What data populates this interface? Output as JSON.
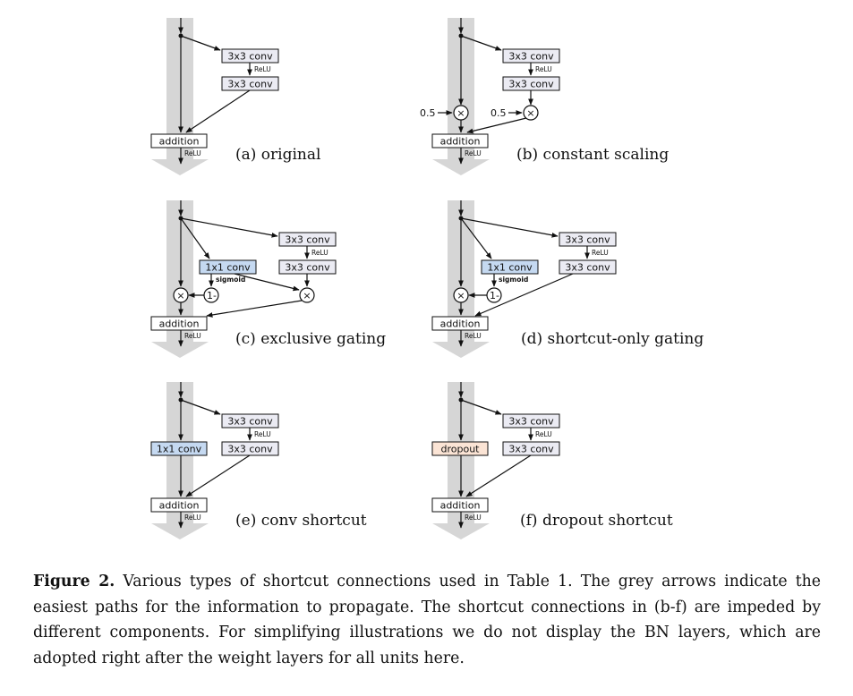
{
  "panels": [
    {
      "id": "a",
      "caption": "(a) original",
      "conv1": "3x3 conv",
      "relu_mid": "ReLU",
      "conv2": "3x3 conv",
      "addition": "addition",
      "relu_out": "ReLU"
    },
    {
      "id": "b",
      "caption": "(b) constant scaling",
      "conv1": "3x3 conv",
      "relu_mid": "ReLU",
      "conv2": "3x3 conv",
      "addition": "addition",
      "relu_out": "ReLU",
      "scale_short": "0.5",
      "scale_branch": "0.5",
      "times": "×"
    },
    {
      "id": "c",
      "caption": "(c) exclusive gating",
      "conv1": "3x3 conv",
      "relu_mid": "ReLU",
      "conv2": "3x3 conv",
      "gate_conv": "1x1 conv",
      "gate_act": "sigmoid",
      "one_minus": "1-",
      "addition": "addition",
      "relu_out": "ReLU",
      "times": "×"
    },
    {
      "id": "d",
      "caption": "(d) shortcut-only gating",
      "conv1": "3x3 conv",
      "relu_mid": "ReLU",
      "conv2": "3x3 conv",
      "gate_conv": "1x1 conv",
      "gate_act": "sigmoid",
      "one_minus": "1-",
      "addition": "addition",
      "relu_out": "ReLU",
      "times": "×"
    },
    {
      "id": "e",
      "caption": "(e) conv shortcut",
      "conv1": "3x3 conv",
      "relu_mid": "ReLU",
      "conv2": "3x3 conv",
      "shortcut_box": "1x1 conv",
      "addition": "addition",
      "relu_out": "ReLU"
    },
    {
      "id": "f",
      "caption": "(f) dropout shortcut",
      "conv1": "3x3 conv",
      "relu_mid": "ReLU",
      "conv2": "3x3 conv",
      "shortcut_box": "dropout",
      "addition": "addition",
      "relu_out": "ReLU"
    }
  ],
  "colors": {
    "grey_path": "#d6d6d6",
    "conv_fill": "#ebebf3",
    "gate_fill": "#c5d9f1",
    "dropout_fill": "#fbe4d5",
    "line": "#111111"
  },
  "figure_caption": {
    "label": "Figure 2.",
    "text": "Various types of shortcut connections used in Table 1. The grey arrows indicate the easiest paths for the information to propagate. The shortcut connections in (b-f) are impeded by different components. For simplifying illustrations we do not display the BN layers, which are adopted right after the weight layers for all units here."
  }
}
